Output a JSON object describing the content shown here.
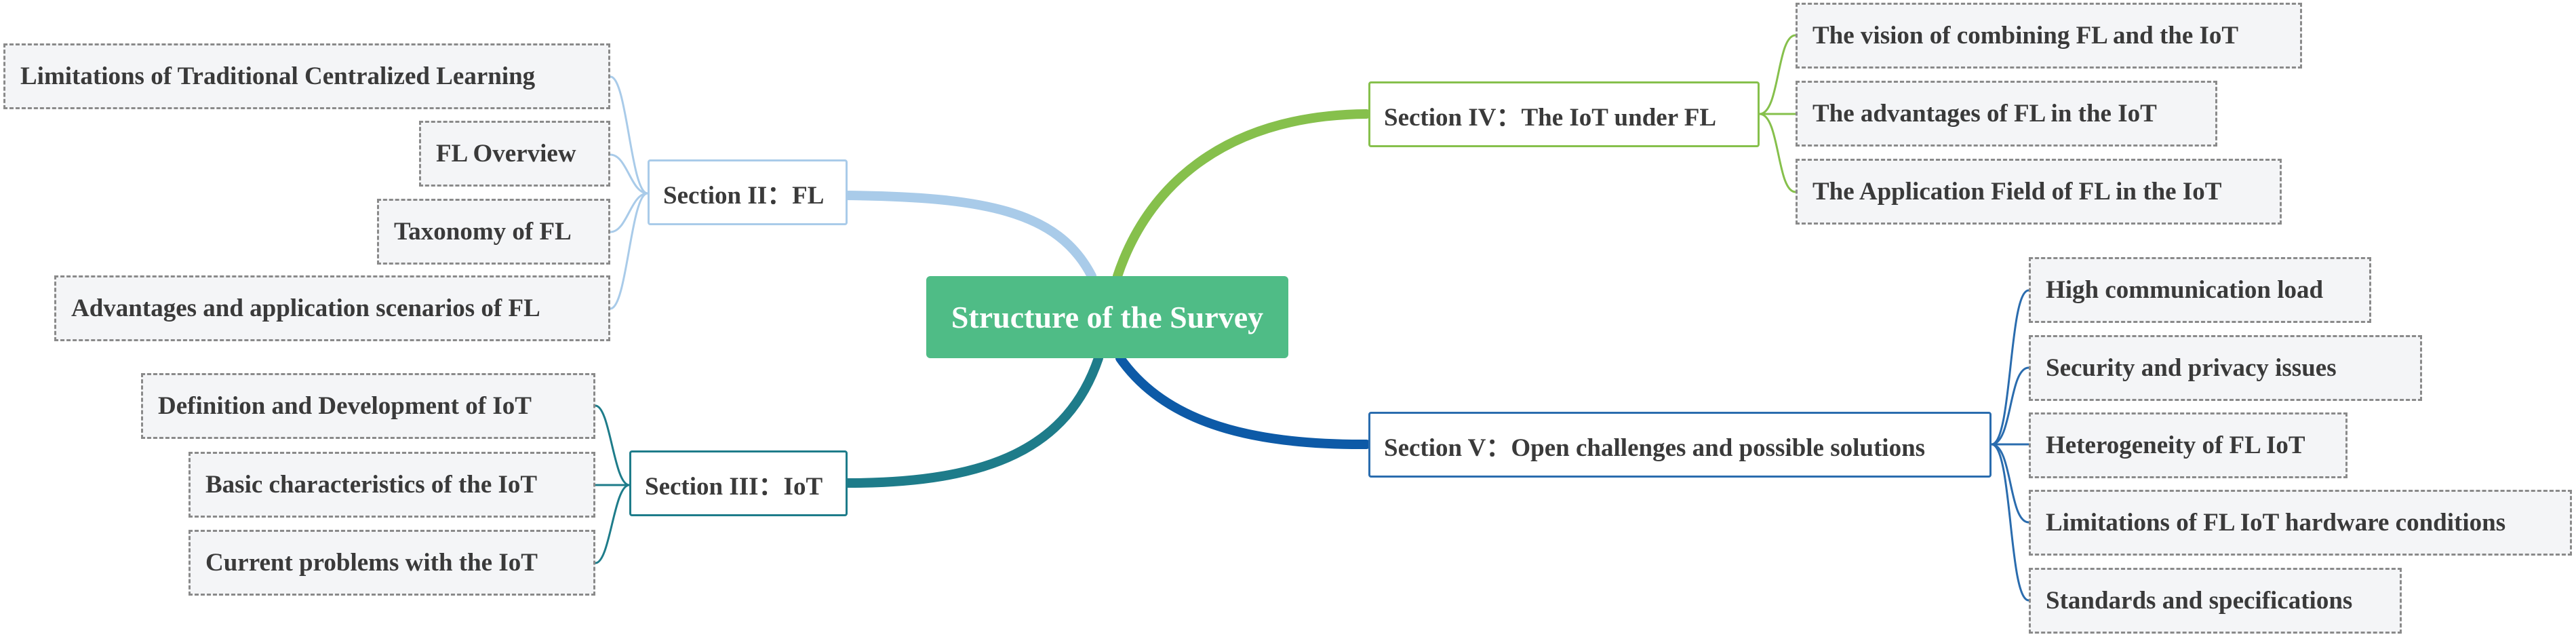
{
  "root": {
    "label": "Structure of the Survey",
    "color": "#4fbc86"
  },
  "sections": {
    "fl": {
      "label": "Section II：FL",
      "color": "#a9cbe9",
      "children": [
        "Limitations of Traditional Centralized Learning",
        "FL Overview",
        "Taxonomy of FL",
        "Advantages and application scenarios of FL"
      ]
    },
    "iot": {
      "label": "Section III：IoT",
      "color": "#1e7c8a",
      "children": [
        "Definition and Development of IoT",
        "Basic characteristics of the IoT",
        "Current problems with the IoT"
      ]
    },
    "iot_under_fl": {
      "label": "Section IV：The IoT under FL",
      "color": "#86c04c",
      "children": [
        "The vision of combining FL and the IoT",
        "The advantages of FL in the IoT",
        "The Application Field of FL in the IoT"
      ]
    },
    "challenges": {
      "label": "Section V：Open challenges and possible solutions",
      "color": "#2a6cae",
      "children": [
        "High communication load",
        "Security and privacy issues",
        "Heterogeneity of FL IoT",
        "Limitations of FL IoT hardware conditions",
        "Standards and specifications"
      ]
    }
  }
}
